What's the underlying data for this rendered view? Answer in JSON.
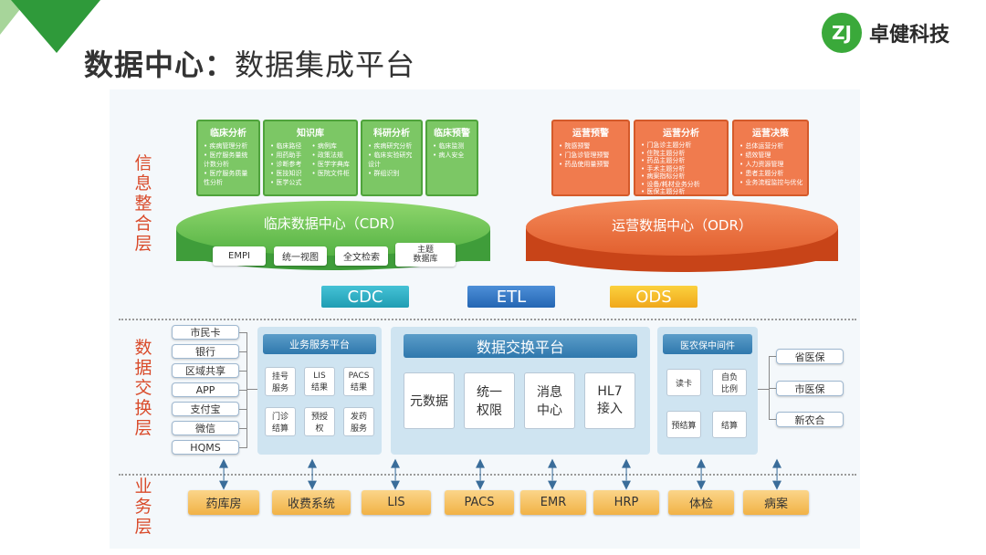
{
  "slide": {
    "title_bold": "数据中心：",
    "title_light": "数据集成平台",
    "brand_logo": "ZJ",
    "brand_name": "卓健科技",
    "accent_green": "#3aa93a"
  },
  "layers": {
    "integration": "信息整合层",
    "exchange": "数据交换层",
    "business": "业务层"
  },
  "cdr_boxes": [
    {
      "title": "临床分析",
      "items": [
        "• 疾病管理分析",
        "• 医疗服务量统",
        "  计数分析",
        "• 医疗服务质量",
        "  性分析"
      ],
      "cols": 1
    },
    {
      "title": "知识库",
      "items": [
        "• 临床路径",
        "• 病例库",
        "• 用药助手",
        "• 政策法规",
        "• 诊断参考",
        "• 医学字典库",
        "• 医技知识",
        "• 医院文件柜",
        "• 医学公式",
        ""
      ],
      "cols": 2
    },
    {
      "title": "科研分析",
      "items": [
        "• 疾病研究分析",
        "• 临床实验研究",
        "  设计",
        "• 群组识别"
      ],
      "cols": 1
    },
    {
      "title": "临床预警",
      "items": [
        "• 临床监测",
        "• 病人安全"
      ],
      "cols": 1
    }
  ],
  "odr_boxes": [
    {
      "title": "运营预警",
      "items": [
        "• 院感预警",
        "• 门急诊管理预警",
        "• 药品使用量预警"
      ]
    },
    {
      "title": "运营分析",
      "items": [
        "• 门急诊主题分析",
        "• 住院主题分析",
        "• 药品主题分析",
        "• 手术主题分析",
        "• 病案指标分析",
        "• 设备/耗材业务分析",
        "• 医保主题分析"
      ]
    },
    {
      "title": "运营决策",
      "items": [
        "• 总体运营分析",
        "• 绩效管理",
        "• 人力资源管理",
        "• 患者主题分析",
        "• 业务流程监控与优化"
      ]
    }
  ],
  "cdr": {
    "label": "临床数据中心（CDR）",
    "chips": [
      "EMPI",
      "统一视图",
      "全文检索",
      "主题\n数据库"
    ]
  },
  "odr": {
    "label": "运营数据中心（ODR）"
  },
  "etl_bar": [
    "CDC",
    "ETL",
    "ODS"
  ],
  "left_sources": [
    "市民卡",
    "银行",
    "区域共享",
    "APP",
    "支付宝",
    "微信",
    "HQMS"
  ],
  "business_service": {
    "title": "业务服务平台",
    "cards": [
      "挂号\n服务",
      "LIS\n结果",
      "PACS\n结果",
      "门诊\n结算",
      "预授\n权",
      "发药\n服务"
    ]
  },
  "exchange_platform": {
    "title": "数据交换平台",
    "cards": [
      "元数据",
      "统一\n权限",
      "消息\n中心",
      "HL7\n接入"
    ]
  },
  "insurance_middleware": {
    "title": "医农保中间件",
    "cards": [
      "读卡",
      "自负\n比例",
      "预结算",
      "结算"
    ]
  },
  "right_targets": [
    "省医保",
    "市医保",
    "新农合"
  ],
  "business_systems": [
    "药库房",
    "收费系统",
    "LIS",
    "PACS",
    "EMR",
    "HRP",
    "体检",
    "病案"
  ]
}
